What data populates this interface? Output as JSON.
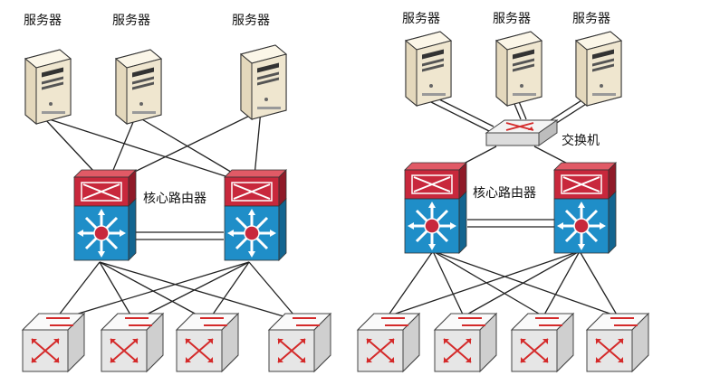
{
  "left_diagram": {
    "server_labels": [
      "服务器",
      "服务器",
      "服务器"
    ],
    "core_router_label": "核心路由器"
  },
  "right_diagram": {
    "server_labels": [
      "服务器",
      "服务器",
      "服务器"
    ],
    "switch_label": "交换机",
    "core_router_label": "核心路由器"
  },
  "colors": {
    "router_top": "#c8283c",
    "router_body": "#1f8ec8",
    "access_switch": "#e8e8e8",
    "arrow_red": "#d42a2a",
    "link": "#222222"
  }
}
